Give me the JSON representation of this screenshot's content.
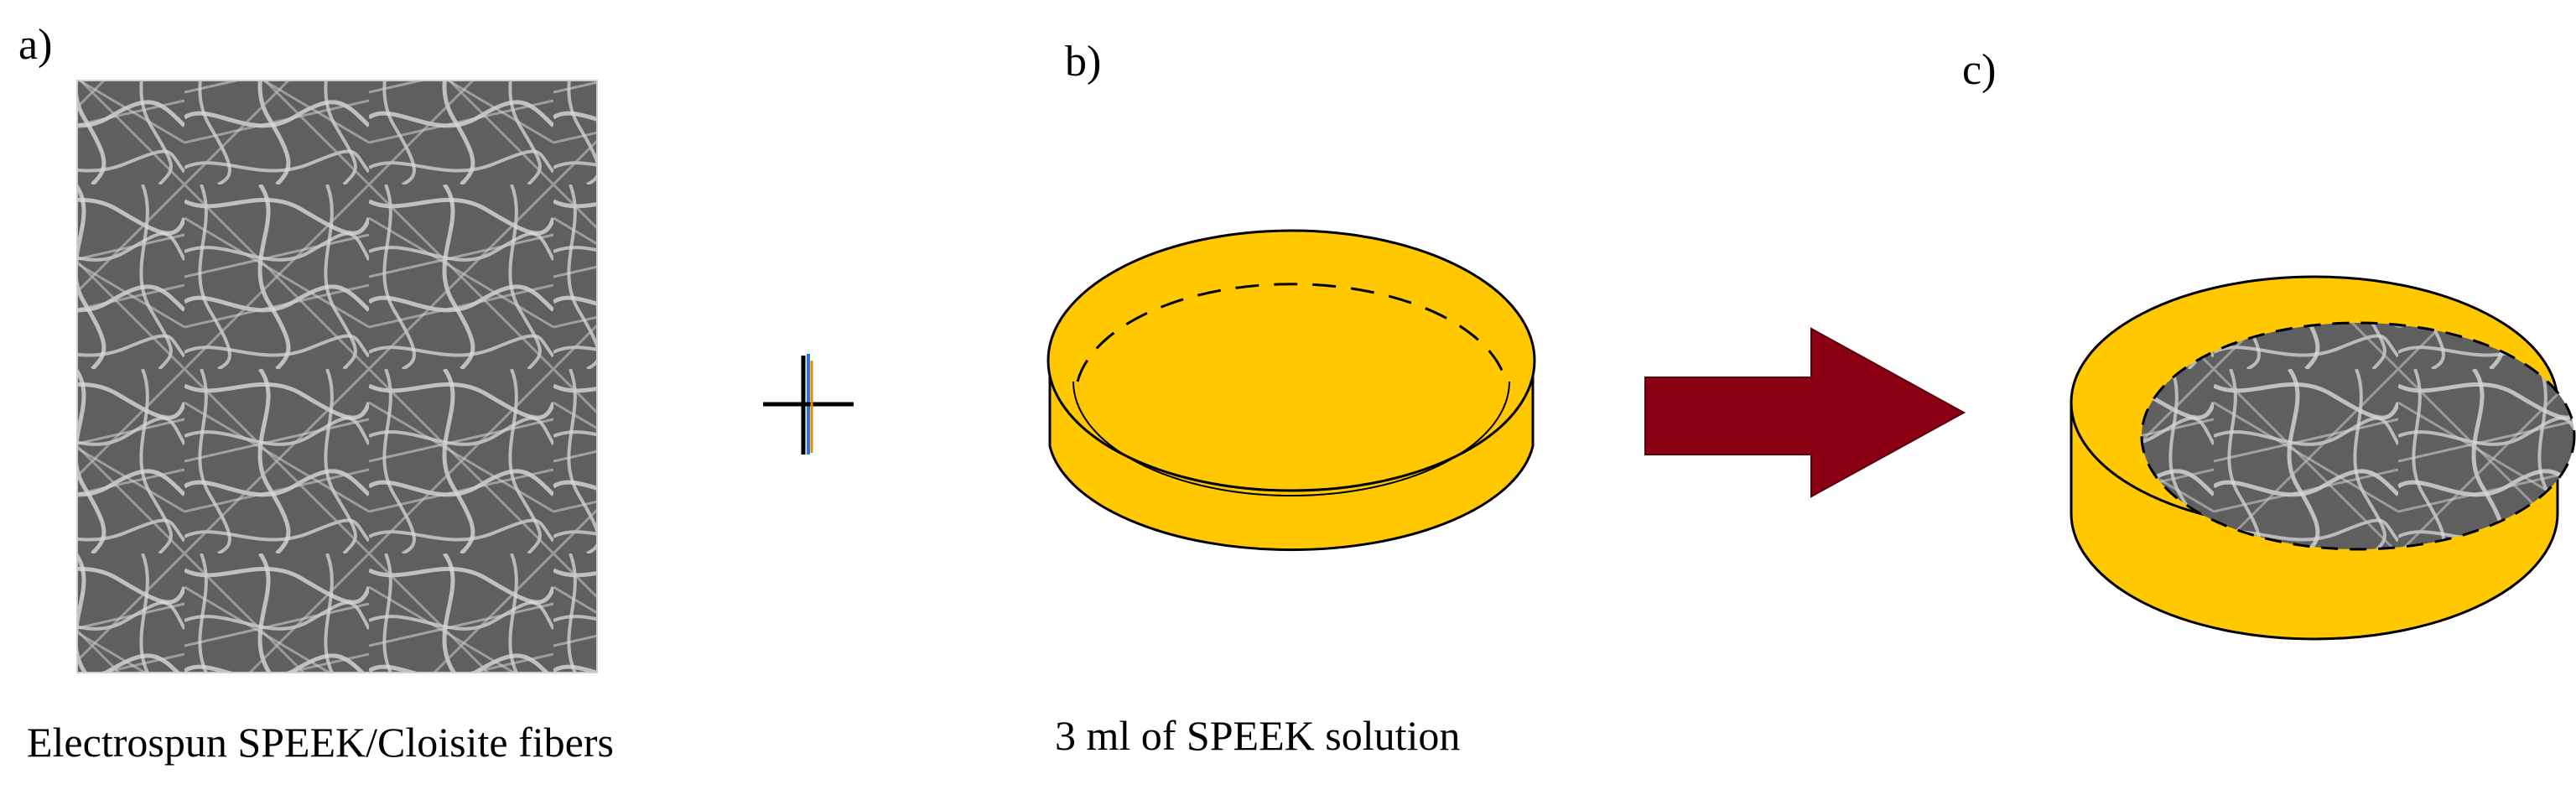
{
  "labels": {
    "a": "a)",
    "b": "b)",
    "c": "c)"
  },
  "captions": {
    "fibers": "Electrospun SPEEK/Cloisite fibers",
    "solution": "3 ml of SPEEK solution"
  },
  "colors": {
    "dish_fill": "#FFC800",
    "dish_stroke": "#000000",
    "arrow_fill": "#8B0012",
    "fiber_background": "#5f5f5f",
    "fiber_strand": "#d8d8d8"
  },
  "icons": {
    "plus": "plus-sign-icon",
    "arrow": "right-arrow-icon"
  }
}
